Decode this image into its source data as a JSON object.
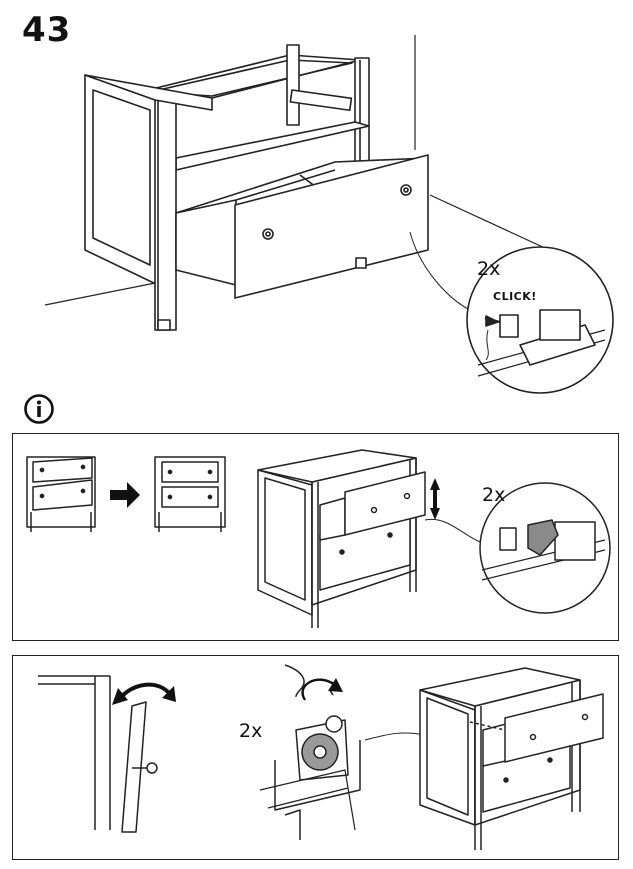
{
  "step": {
    "number": "43"
  },
  "main_illustration": {
    "quantity_label": "2x",
    "sound_label": "CLICK!"
  },
  "info_section": {
    "icon": "info-icon"
  },
  "panel_adjust": {
    "quantity_label": "2x",
    "arrow_icon": "right-arrow-icon",
    "adjust_icon": "up-down-arrow-icon"
  },
  "panel_release": {
    "quantity_label": "2x",
    "rotate_icon": "rotate-arrow-icon",
    "hinge_icon": "curved-double-arrow-icon"
  }
}
